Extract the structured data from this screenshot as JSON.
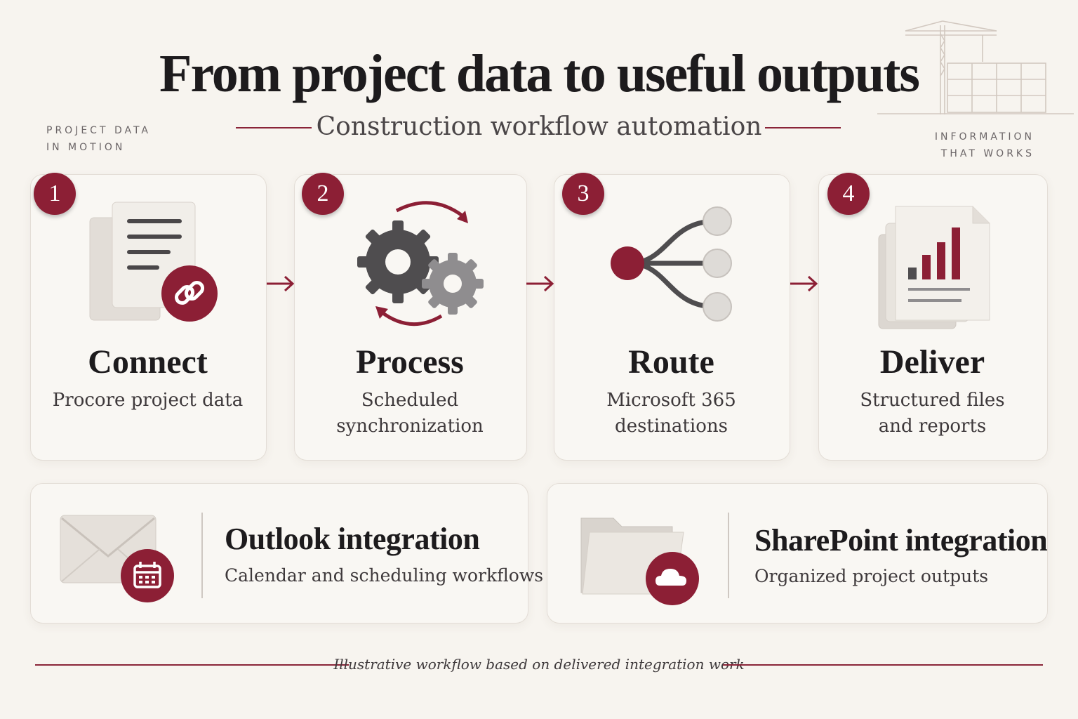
{
  "header": {
    "title": "From project data to useful outputs",
    "subtitle": "Construction workflow automation",
    "left_tag": [
      "PROJECT DATA",
      "IN MOTION"
    ],
    "right_tag": [
      "INFORMATION",
      "THAT WORKS"
    ]
  },
  "steps": [
    {
      "number": "1",
      "title": "Connect",
      "desc": [
        "Procore project data"
      ],
      "icon": "linked-document-icon"
    },
    {
      "number": "2",
      "title": "Process",
      "desc": [
        "Scheduled",
        "synchronization"
      ],
      "icon": "gears-sync-icon"
    },
    {
      "number": "3",
      "title": "Route",
      "desc": [
        "Microsoft 365",
        "destinations"
      ],
      "icon": "route-branch-icon"
    },
    {
      "number": "4",
      "title": "Deliver",
      "desc": [
        "Structured files",
        "and reports"
      ],
      "icon": "report-chart-icon"
    }
  ],
  "integrations": [
    {
      "title": "Outlook integration",
      "desc": "Calendar and scheduling workflows",
      "icon": "envelope-calendar-icon"
    },
    {
      "title": "SharePoint integration",
      "desc": "Organized project outputs",
      "icon": "folder-cloud-icon"
    }
  ],
  "footnote": "Illustrative workflow based on delivered integration work",
  "colors": {
    "accent": "#8c1f35",
    "background": "#f7f4ef",
    "text": "#1d1b1d"
  }
}
